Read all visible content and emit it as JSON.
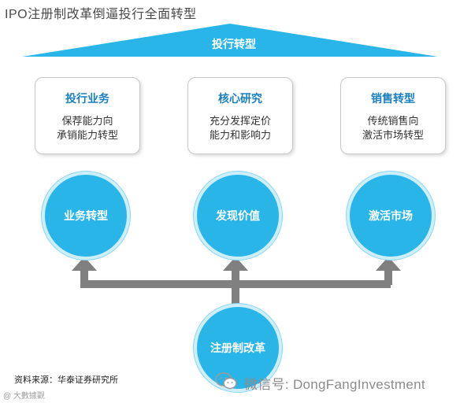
{
  "title": "IPO注册制改革倒逼投行全面转型",
  "roof_label": "投行转型",
  "cards": [
    {
      "title": "投行业务",
      "lines": [
        "保荐能力向",
        "承销能力转型"
      ]
    },
    {
      "title": "核心研究",
      "lines": [
        "充分发挥定价",
        "能力和影响力"
      ]
    },
    {
      "title": "销售转型",
      "lines": [
        "传统销售向",
        "激活市场转型"
      ]
    }
  ],
  "circles": [
    "业务转型",
    "发现价值",
    "激活市场"
  ],
  "bottom_circle": "注册制改革",
  "source": "资料来源：华泰证券研究所",
  "watermark_left": "@ 大數據觀",
  "watermark_right": "微信号: DongFangInvestment",
  "colors": {
    "primary_blue": "#29b5e8",
    "arrow_gray": "#808080",
    "card_title": "#1a7fbf"
  }
}
